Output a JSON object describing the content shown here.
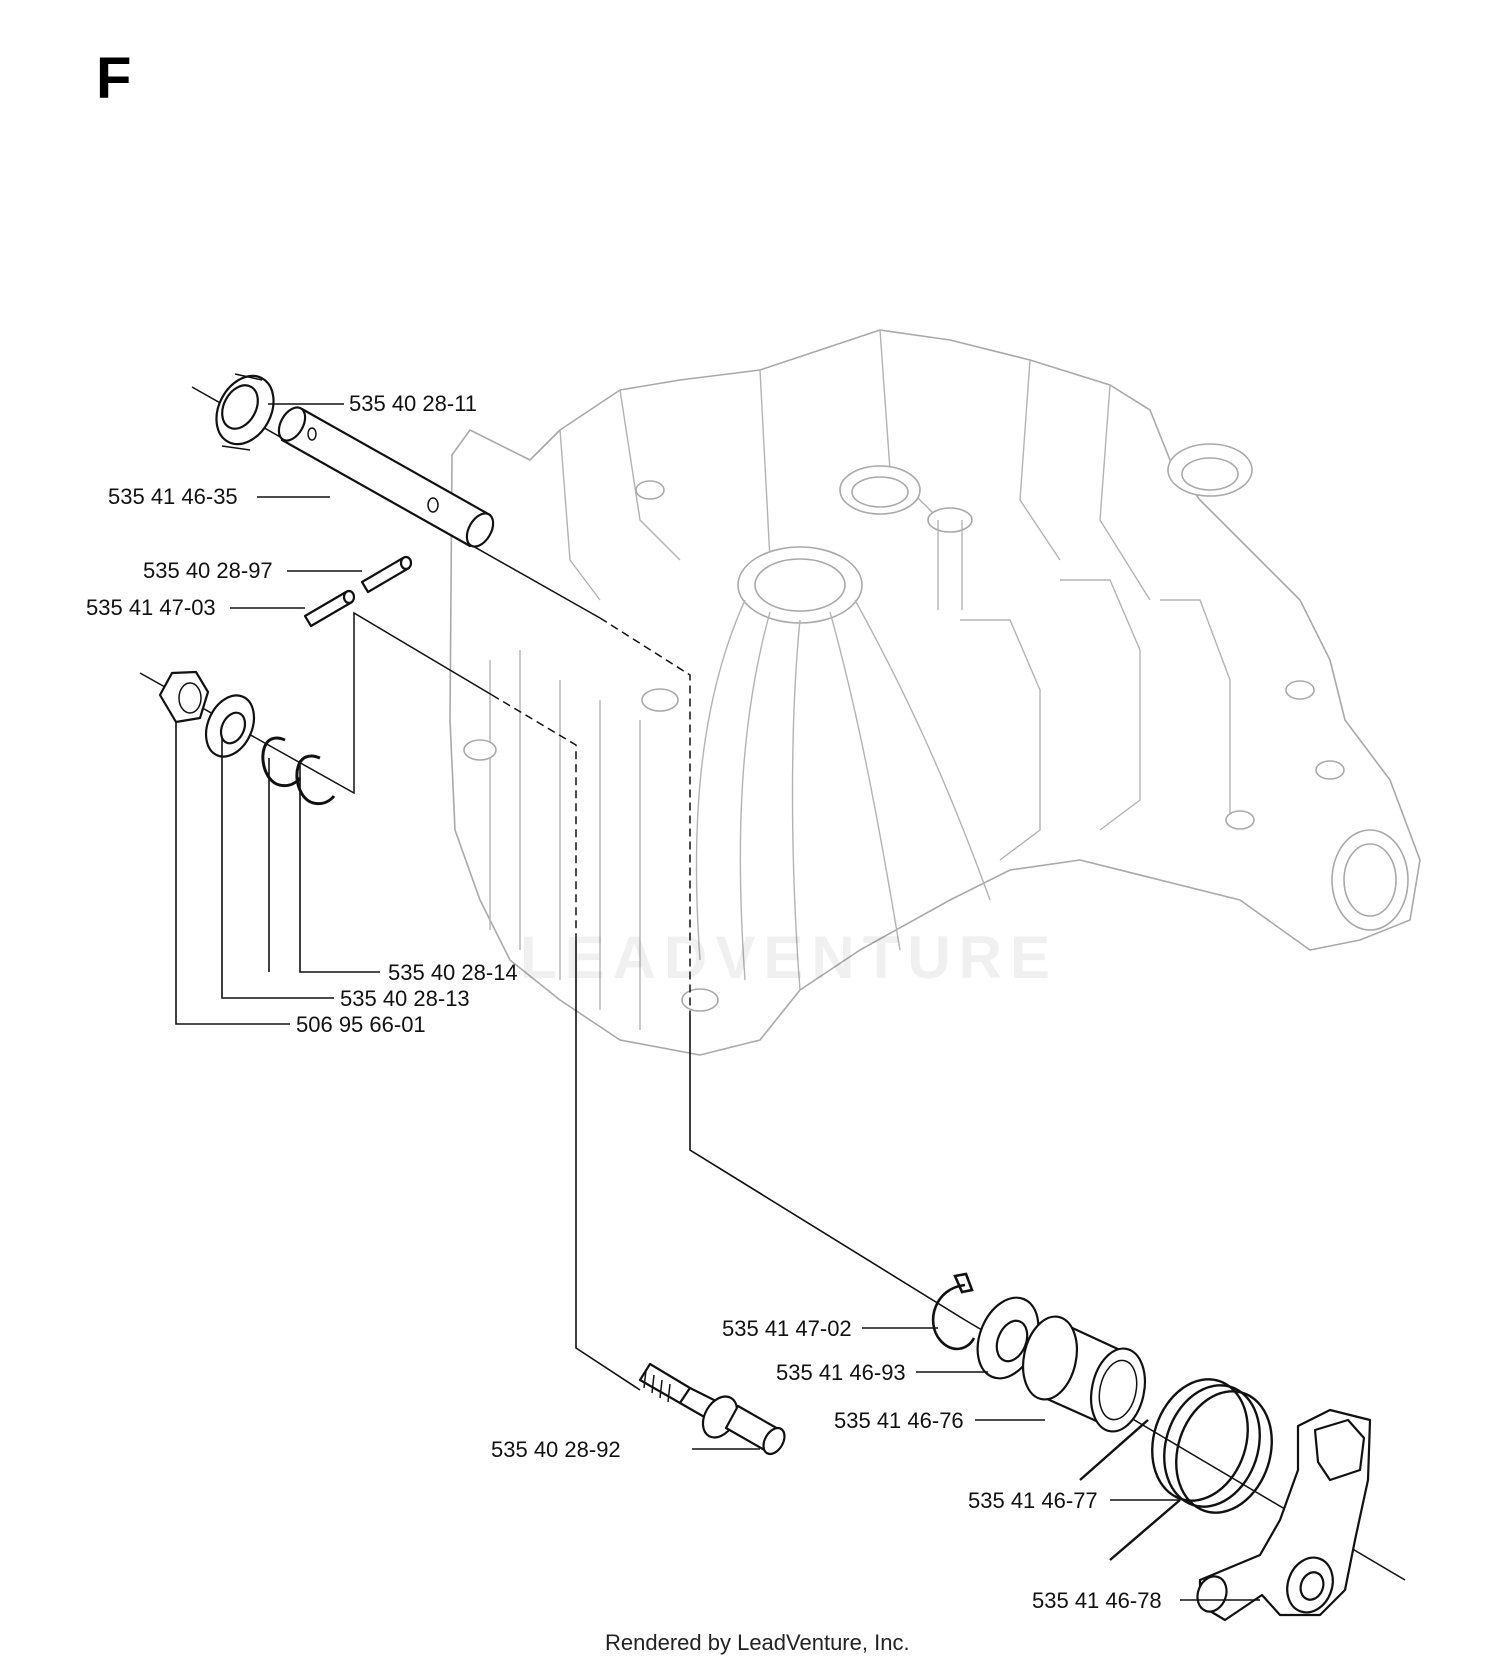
{
  "section_letter": "F",
  "footer_text": "Rendered by LeadVenture, Inc.",
  "watermark_text": "LEADVENTURE",
  "parts": [
    {
      "id": "p1",
      "number": "535 40 28-11"
    },
    {
      "id": "p2",
      "number": "535 41 46-35"
    },
    {
      "id": "p3",
      "number": "535 40 28-97"
    },
    {
      "id": "p4",
      "number": "535 41 47-03"
    },
    {
      "id": "p5",
      "number": "535 40 28-14"
    },
    {
      "id": "p6",
      "number": "535 40 28-13"
    },
    {
      "id": "p7",
      "number": "506 95 66-01"
    },
    {
      "id": "p8",
      "number": "535 41 47-02"
    },
    {
      "id": "p9",
      "number": "535 41 46-93"
    },
    {
      "id": "p10",
      "number": "535 41 46-76"
    },
    {
      "id": "p11",
      "number": "535 40 28-92"
    },
    {
      "id": "p12",
      "number": "535 41 46-77"
    },
    {
      "id": "p13",
      "number": "535 41 46-78"
    }
  ]
}
